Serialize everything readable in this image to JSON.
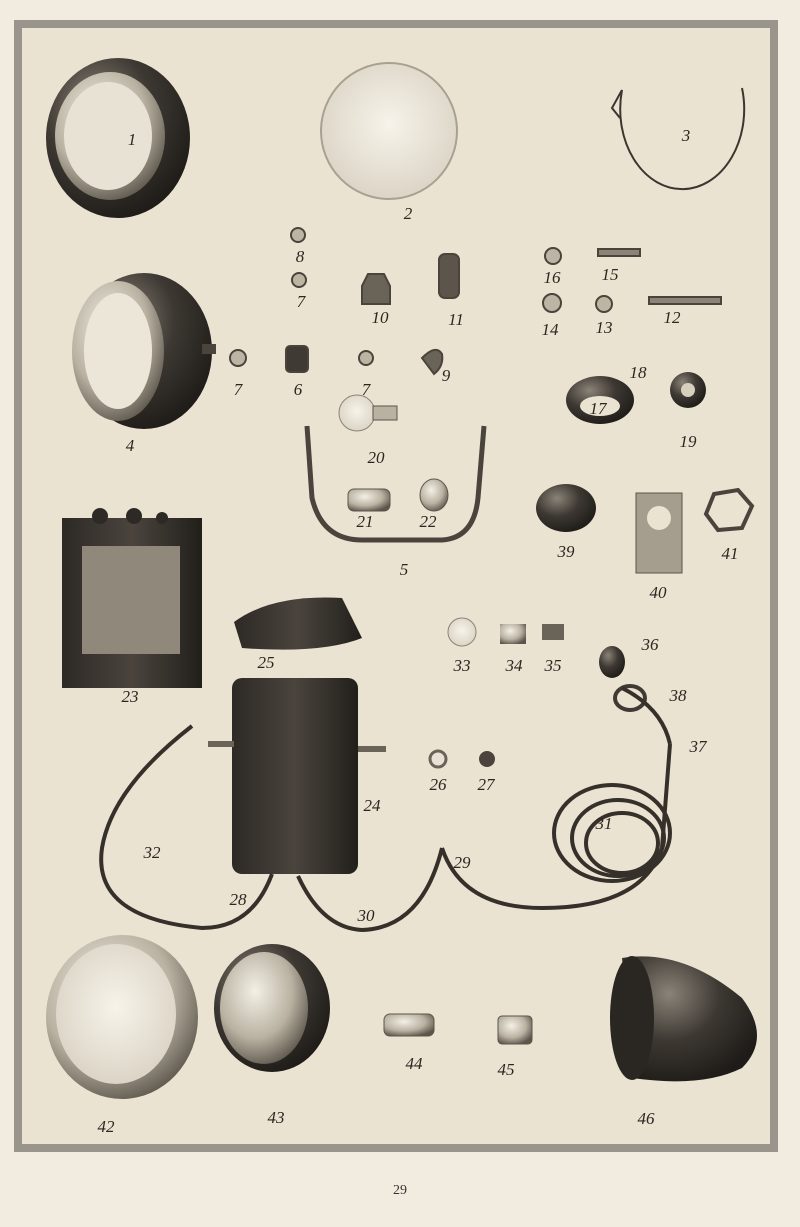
{
  "page": {
    "number": "29"
  },
  "colors": {
    "plate_bg": "#ebe3d2",
    "frame": "#9a958c",
    "metal_dark": "#3a3530",
    "chrome": "#c9c2b2"
  },
  "labels": {
    "p1": "1",
    "p2": "2",
    "p3": "3",
    "p4": "4",
    "p5": "5",
    "p6": "6",
    "p7": "7",
    "p8": "8",
    "p9": "9",
    "p10": "10",
    "p11": "11",
    "p12": "12",
    "p13": "13",
    "p14": "14",
    "p15": "15",
    "p16": "16",
    "p17": "17",
    "p18": "18",
    "p19": "19",
    "p20": "20",
    "p21": "21",
    "p22": "22",
    "p23": "23",
    "p24": "24",
    "p25": "25",
    "p26": "26",
    "p27": "27",
    "p28": "28",
    "p29": "29",
    "p30": "30",
    "p31": "31",
    "p32": "32",
    "p33": "33",
    "p34": "34",
    "p35": "35",
    "p36": "36",
    "p37": "37",
    "p38": "38",
    "p39": "39",
    "p40": "40",
    "p41": "41",
    "p42": "42",
    "p43": "43",
    "p44": "44",
    "p45": "45",
    "p46": "46"
  }
}
